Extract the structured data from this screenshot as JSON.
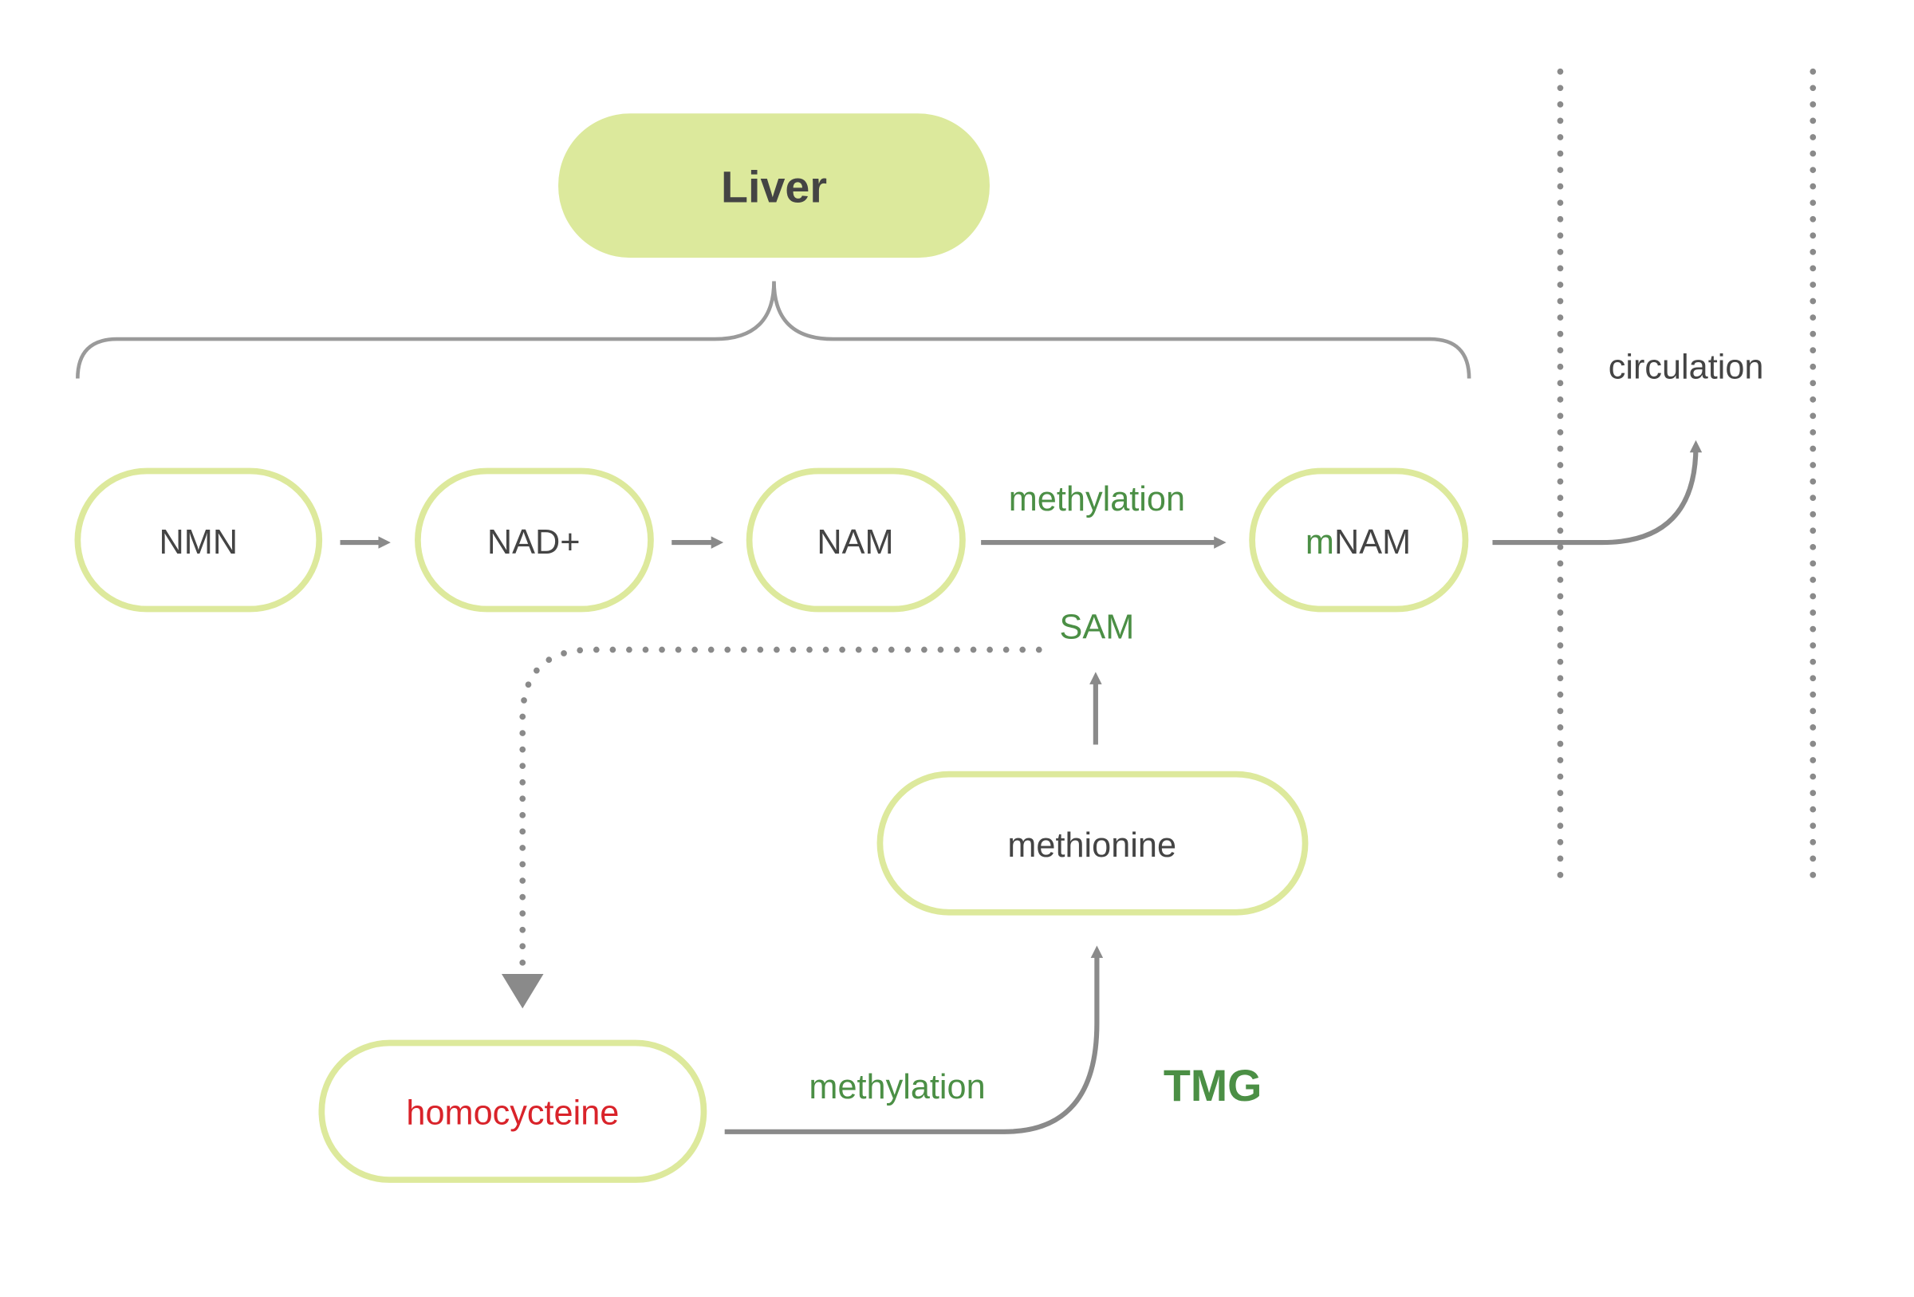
{
  "colors": {
    "pill_border": "#dde99c",
    "liver_fill": "#dce99c",
    "connector": "#8a8a8a",
    "text_dark": "#444444",
    "text_green": "#4b8f45",
    "text_red": "#d9232a"
  },
  "header": {
    "title": "Liver"
  },
  "nodes": {
    "nmn": "NMN",
    "nad": "NAD+",
    "nam": "NAM",
    "mnam_prefix": "m",
    "mnam_suffix": "NAM",
    "methionine": "methionine",
    "homocysteine": "homocycteine"
  },
  "labels": {
    "methylation_top": "methylation",
    "sam": "SAM",
    "methylation_bottom": "methylation",
    "tmg": "TMG",
    "circulation": "circulation"
  }
}
